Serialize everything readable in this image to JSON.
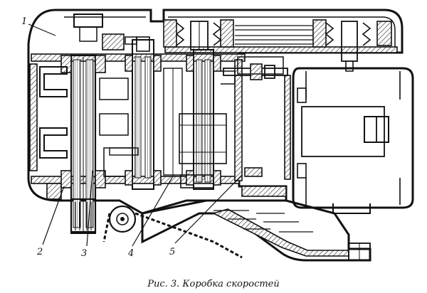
{
  "figure": {
    "caption": "Рис. 3. Коробка скоростей",
    "callouts": [
      "1",
      "2",
      "3",
      "4",
      "5"
    ]
  }
}
